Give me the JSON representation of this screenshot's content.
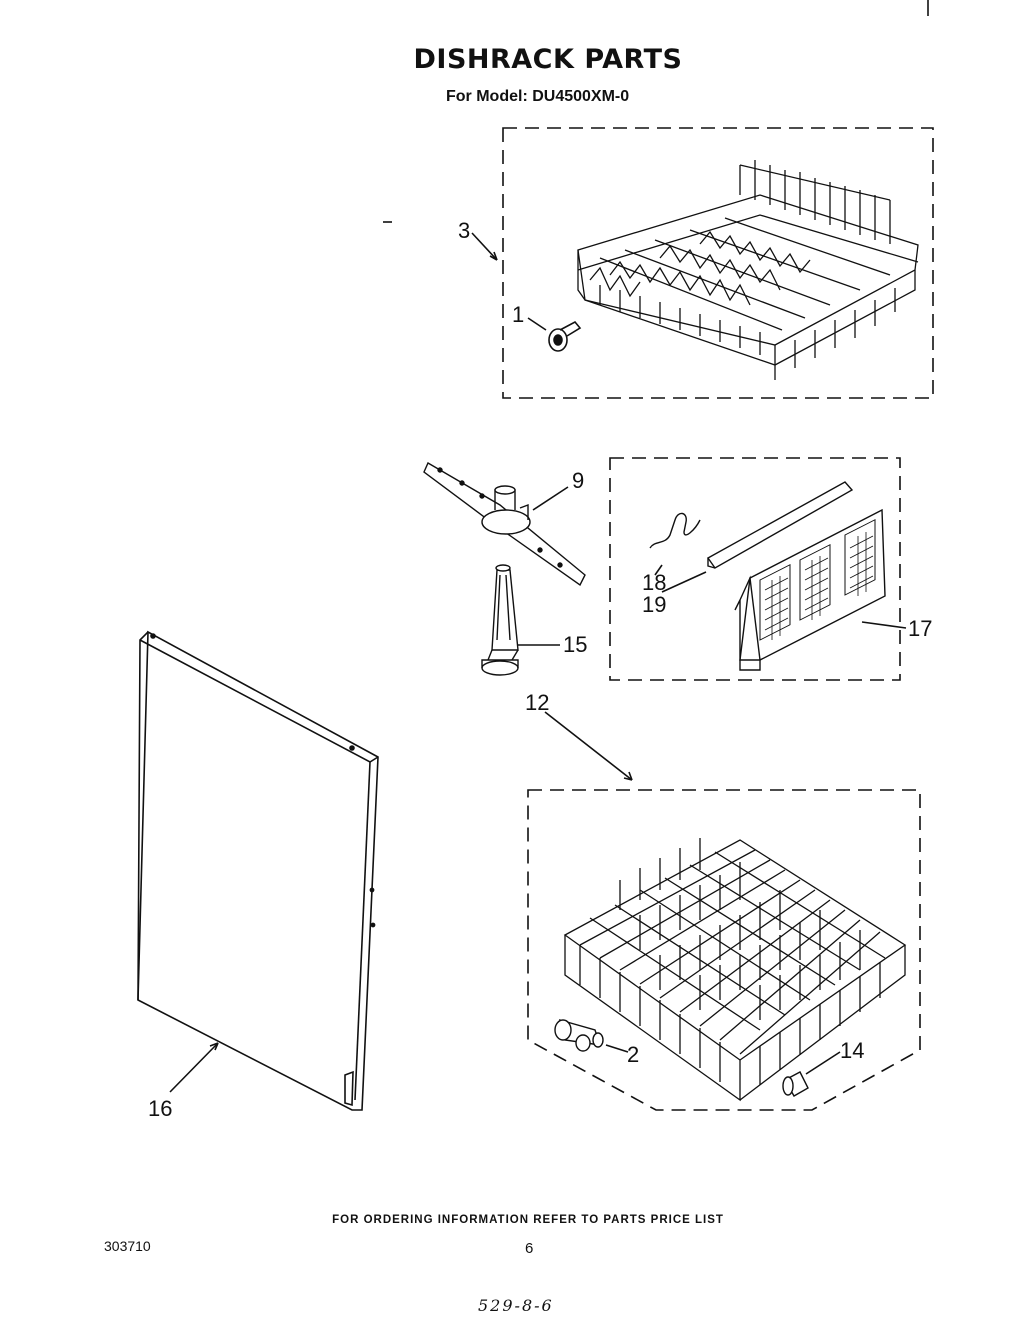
{
  "title": "DISHRACK PARTS",
  "subtitle": "For Model: DU4500XM-0",
  "footer": {
    "note": "FOR ORDERING INFORMATION REFER TO PARTS PRICE LIST",
    "doc_number": "303710",
    "page_number": "6",
    "handwritten": "529-8-6"
  },
  "callouts": {
    "c1": "1",
    "c2": "2",
    "c3": "3",
    "c9": "9",
    "c12": "12",
    "c14": "14",
    "c15": "15",
    "c16": "16",
    "c17": "17",
    "c18": "18",
    "c19": "19"
  }
}
